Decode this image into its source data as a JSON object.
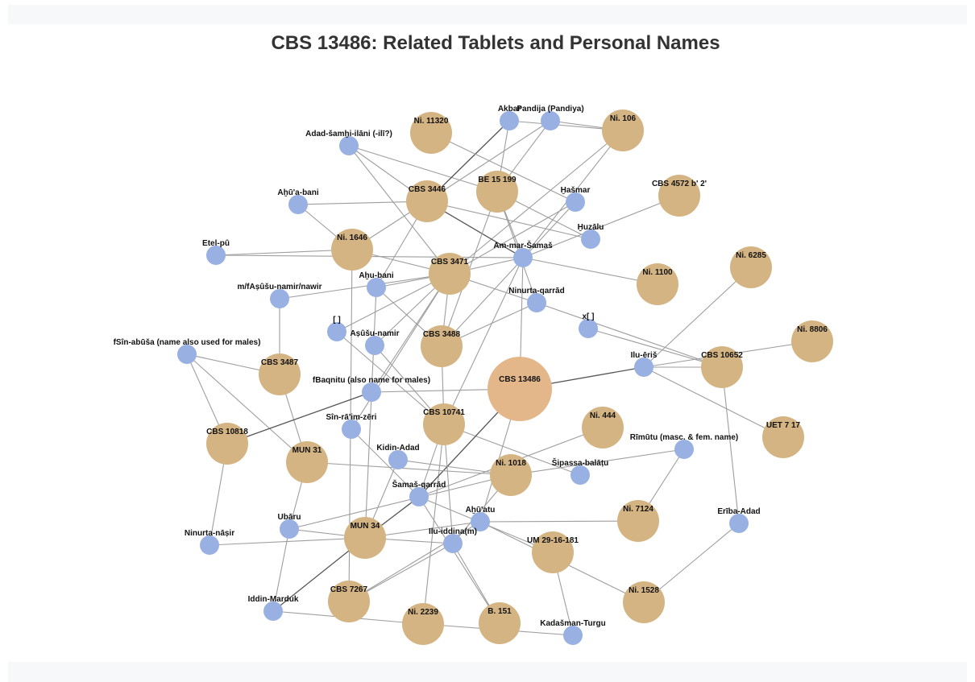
{
  "title": "CBS 13486: Related Tablets and Personal Names",
  "colors": {
    "tablet": "#d4b483",
    "center": "#e3b78a",
    "person": "#98b0e2",
    "edge": "#9e9e9e",
    "edge_dark": "#555555",
    "label": "#111111"
  },
  "nodes": [
    {
      "id": "CBS 13486",
      "type": "center"
    },
    {
      "id": "Ni. 11320",
      "type": "tablet"
    },
    {
      "id": "Ni. 106",
      "type": "tablet"
    },
    {
      "id": "CBS 3446",
      "type": "tablet"
    },
    {
      "id": "BE 15 199",
      "type": "tablet"
    },
    {
      "id": "CBS 4572 b' 2'",
      "type": "tablet"
    },
    {
      "id": "Ni. 1646",
      "type": "tablet"
    },
    {
      "id": "CBS 3471",
      "type": "tablet"
    },
    {
      "id": "Ni. 6285",
      "type": "tablet"
    },
    {
      "id": "Ni. 1100",
      "type": "tablet"
    },
    {
      "id": "CBS 3488",
      "type": "tablet"
    },
    {
      "id": "Ni. 8806",
      "type": "tablet"
    },
    {
      "id": "CBS 10652",
      "type": "tablet"
    },
    {
      "id": "CBS 3487",
      "type": "tablet"
    },
    {
      "id": "UET 7 17",
      "type": "tablet"
    },
    {
      "id": "CBS 10741",
      "type": "tablet"
    },
    {
      "id": "Ni. 444",
      "type": "tablet"
    },
    {
      "id": "CBS 10818",
      "type": "tablet"
    },
    {
      "id": "MUN 31",
      "type": "tablet"
    },
    {
      "id": "Ni. 1018",
      "type": "tablet"
    },
    {
      "id": "Ni. 7124",
      "type": "tablet"
    },
    {
      "id": "MUN 34",
      "type": "tablet"
    },
    {
      "id": "UM 29-16-181",
      "type": "tablet"
    },
    {
      "id": "CBS 7267",
      "type": "tablet"
    },
    {
      "id": "Ni. 1528",
      "type": "tablet"
    },
    {
      "id": "Ni. 2239",
      "type": "tablet"
    },
    {
      "id": "B. 151",
      "type": "tablet"
    },
    {
      "id": "Akbar",
      "type": "person"
    },
    {
      "id": "Pandija (Pandiya)",
      "type": "person"
    },
    {
      "id": "Adad-šamḫi-ilāni (-ilī?)",
      "type": "person"
    },
    {
      "id": "Aḫū'a-bani",
      "type": "person"
    },
    {
      "id": "Ḫašmar",
      "type": "person"
    },
    {
      "id": "Ḫuzālu",
      "type": "person"
    },
    {
      "id": "Etel-pû",
      "type": "person"
    },
    {
      "id": "Am-mar-Šamaš",
      "type": "person"
    },
    {
      "id": "Aḫu-bani",
      "type": "person"
    },
    {
      "id": "m/fAṣûšu-namir/nawir",
      "type": "person"
    },
    {
      "id": "Ninurta-qarrād",
      "type": "person"
    },
    {
      "id": "[ ]",
      "type": "person"
    },
    {
      "id": "x[ ]",
      "type": "person"
    },
    {
      "id": "Aṣûšu-namir",
      "type": "person"
    },
    {
      "id": "fSîn-abūša (name also used for males)",
      "type": "person"
    },
    {
      "id": "Ilu-ēriš",
      "type": "person"
    },
    {
      "id": "fBaqnitu (also name for males)",
      "type": "person"
    },
    {
      "id": "Sîn-rā'im-zēri",
      "type": "person"
    },
    {
      "id": "Rīmūtu (masc. & fem. name)",
      "type": "person"
    },
    {
      "id": "Kidin-Adad",
      "type": "person"
    },
    {
      "id": "Šipassa-balāṭu",
      "type": "person"
    },
    {
      "id": "Šamaš-qarrād",
      "type": "person"
    },
    {
      "id": "Aḫū'atu",
      "type": "person"
    },
    {
      "id": "Erība-Adad",
      "type": "person"
    },
    {
      "id": "Ubāru",
      "type": "person"
    },
    {
      "id": "Ninurta-nāṣir",
      "type": "person"
    },
    {
      "id": "Ilu-iddina(m)",
      "type": "person"
    },
    {
      "id": "Iddin-Marduk",
      "type": "person"
    },
    {
      "id": "Kadašman-Turgu",
      "type": "person"
    }
  ],
  "edges": [
    [
      "Adad-šamḫi-ilāni (-ilī?)",
      "CBS 3446"
    ],
    [
      "Adad-šamḫi-ilāni (-ilī?)",
      "BE 15 199"
    ],
    [
      "Adad-šamḫi-ilāni (-ilī?)",
      "CBS 3471"
    ],
    [
      "Akbar",
      "CBS 3446"
    ],
    [
      "Akbar",
      "BE 15 199"
    ],
    [
      "Akbar",
      "Ni. 106"
    ],
    [
      "Pandija (Pandiya)",
      "CBS 3446"
    ],
    [
      "Pandija (Pandiya)",
      "BE 15 199"
    ],
    [
      "Pandija (Pandiya)",
      "Ni. 106"
    ],
    [
      "Ni. 11320",
      "Ḫašmar"
    ],
    [
      "Ni. 106",
      "Am-mar-Šamaš"
    ],
    [
      "Ni. 106",
      "CBS 3471"
    ],
    [
      "Aḫū'a-bani",
      "CBS 3446"
    ],
    [
      "Aḫū'a-bani",
      "Ni. 1646"
    ],
    [
      "CBS 3446",
      "Am-mar-Šamaš"
    ],
    [
      "CBS 3446",
      "Ḫuzālu"
    ],
    [
      "CBS 3446",
      "Ni. 1646"
    ],
    [
      "CBS 3446",
      "Aḫu-bani"
    ],
    [
      "BE 15 199",
      "Am-mar-Šamaš"
    ],
    [
      "BE 15 199",
      "Ḫuzālu"
    ],
    [
      "BE 15 199",
      "Ninurta-qarrād"
    ],
    [
      "BE 15 199",
      "CBS 3488"
    ],
    [
      "Ḫašmar",
      "CBS 3471"
    ],
    [
      "Ḫašmar",
      "CBS 3488"
    ],
    [
      "CBS 4572 b' 2'",
      "Am-mar-Šamaš"
    ],
    [
      "Etel-pû",
      "Ni. 1646"
    ],
    [
      "Etel-pû",
      "Am-mar-Šamaš"
    ],
    [
      "Ni. 1646",
      "CBS 3471"
    ],
    [
      "Ni. 1646",
      "CBS 7267"
    ],
    [
      "Am-mar-Šamaš",
      "Ni. 1100"
    ],
    [
      "Am-mar-Šamaš",
      "CBS 13486"
    ],
    [
      "Am-mar-Šamaš",
      "CBS 3471"
    ],
    [
      "Am-mar-Šamaš",
      "CBS 10741"
    ],
    [
      "Aḫu-bani",
      "CBS 3471"
    ],
    [
      "Aḫu-bani",
      "CBS 3488"
    ],
    [
      "Aḫu-bani",
      "MUN 34"
    ],
    [
      "m/fAṣûšu-namir/nawir",
      "CBS 3471"
    ],
    [
      "m/fAṣûšu-namir/nawir",
      "CBS 3487"
    ],
    [
      "CBS 3471",
      "Ninurta-qarrād"
    ],
    [
      "CBS 3471",
      "CBS 3488"
    ],
    [
      "CBS 3471",
      "[ ]"
    ],
    [
      "CBS 3471",
      "Aṣûšu-namir"
    ],
    [
      "CBS 3471",
      "fBaqnitu (also name for males)"
    ],
    [
      "Ninurta-qarrād",
      "CBS 3488"
    ],
    [
      "Ninurta-qarrād",
      "CBS 10652"
    ],
    [
      "[ ]",
      "CBS 10741"
    ],
    [
      "x[ ]",
      "CBS 10652"
    ],
    [
      "Aṣûšu-namir",
      "CBS 10741"
    ],
    [
      "CBS 3488",
      "CBS 10741"
    ],
    [
      "Ni. 6285",
      "Ilu-ēriš"
    ],
    [
      "Ni. 8806",
      "Ilu-ēriš"
    ],
    [
      "CBS 10652",
      "Ilu-ēriš"
    ],
    [
      "CBS 10652",
      "Erība-Adad"
    ],
    [
      "Ilu-ēriš",
      "CBS 13486"
    ],
    [
      "Ilu-ēriš",
      "UET 7 17"
    ],
    [
      "fSîn-abūša (name also used for males)",
      "CBS 3487"
    ],
    [
      "fSîn-abūša (name also used for males)",
      "CBS 10818"
    ],
    [
      "fSîn-abūša (name also used for males)",
      "MUN 31"
    ],
    [
      "CBS 3487",
      "MUN 31"
    ],
    [
      "fBaqnitu (also name for males)",
      "CBS 13486"
    ],
    [
      "fBaqnitu (also name for males)",
      "CBS 10818"
    ],
    [
      "Sîn-rā'im-zēri",
      "CBS 3471"
    ],
    [
      "Sîn-rā'im-zēri",
      "Šamaš-qarrād"
    ],
    [
      "CBS 10741",
      "Šamaš-qarrād"
    ],
    [
      "CBS 10741",
      "Šipassa-balāṭu"
    ],
    [
      "CBS 10741",
      "Ilu-iddina(m)"
    ],
    [
      "CBS 10741",
      "Ni. 2239"
    ],
    [
      "Ni. 444",
      "Šamaš-qarrād"
    ],
    [
      "CBS 13486",
      "Šamaš-qarrād"
    ],
    [
      "CBS 13486",
      "Aḫū'atu"
    ],
    [
      "Kidin-Adad",
      "Ni. 1018"
    ],
    [
      "Kidin-Adad",
      "MUN 34"
    ],
    [
      "Rīmūtu (masc. & fem. name)",
      "Ni. 7124"
    ],
    [
      "Rīmūtu (masc. & fem. name)",
      "Ni. 1018"
    ],
    [
      "CBS 10818",
      "Ninurta-nāṣir"
    ],
    [
      "MUN 31",
      "Ni. 1018"
    ],
    [
      "MUN 31",
      "Ubāru"
    ],
    [
      "Ni. 1018",
      "Ubāru"
    ],
    [
      "Ni. 1018",
      "Ilu-iddina(m)"
    ],
    [
      "Šamaš-qarrād",
      "B. 151"
    ],
    [
      "Šamaš-qarrād",
      "UM 29-16-181"
    ],
    [
      "Šamaš-qarrād",
      "MUN 34"
    ],
    [
      "Aḫū'atu",
      "Ni. 7124"
    ],
    [
      "Aḫū'atu",
      "Ni. 1528"
    ],
    [
      "Aḫū'atu",
      "MUN 34"
    ],
    [
      "Aḫū'atu",
      "CBS 7267"
    ],
    [
      "Erība-Adad",
      "Ni. 1528"
    ],
    [
      "Ubāru",
      "MUN 34"
    ],
    [
      "Ubāru",
      "Iddin-Marduk"
    ],
    [
      "Ninurta-nāṣir",
      "MUN 34"
    ],
    [
      "MUN 34",
      "Ilu-iddina(m)"
    ],
    [
      "MUN 34",
      "Iddin-Marduk"
    ],
    [
      "Ilu-iddina(m)",
      "CBS 7267"
    ],
    [
      "Ilu-iddina(m)",
      "B. 151"
    ],
    [
      "UM 29-16-181",
      "Kadašman-Turgu"
    ],
    [
      "Iddin-Marduk",
      "Ni. 2239"
    ],
    [
      "Ni. 2239",
      "Kadašman-Turgu"
    ]
  ],
  "dark_edges": [
    [
      "CBS 3446",
      "Am-mar-Šamaš"
    ],
    [
      "Ilu-ēriš",
      "CBS 13486"
    ],
    [
      "fBaqnitu (also name for males)",
      "CBS 10818"
    ],
    [
      "CBS 13486",
      "Šamaš-qarrād"
    ],
    [
      "Šamaš-qarrād",
      "MUN 34"
    ],
    [
      "MUN 34",
      "Iddin-Marduk"
    ],
    [
      "Akbar",
      "CBS 3446"
    ]
  ]
}
